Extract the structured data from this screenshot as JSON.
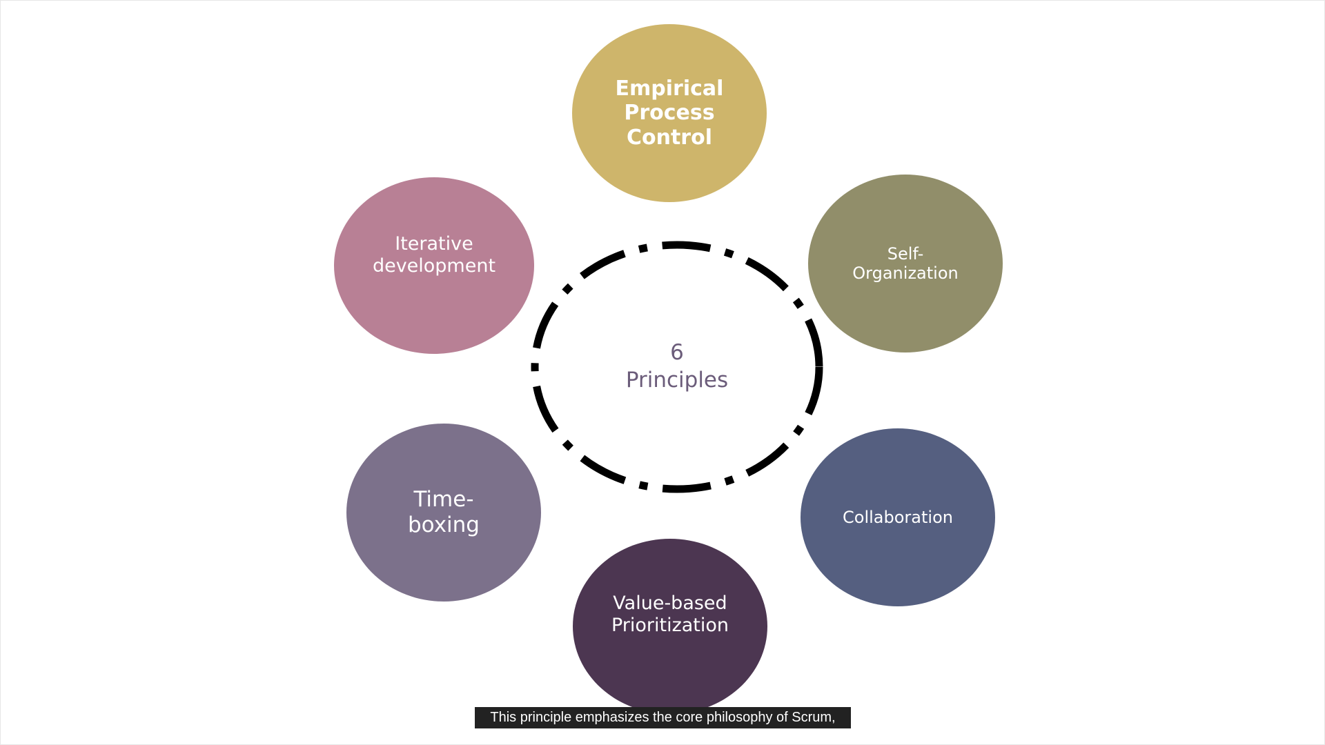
{
  "diagram": {
    "center": {
      "label": "6\nPrinciples",
      "color": "#6b5c7a",
      "ring_color": "#000000"
    },
    "principles": [
      {
        "label": "Empirical\nProcess\nControl",
        "color": "#ceb56b",
        "bold": true
      },
      {
        "label": "Self-\nOrganization",
        "color": "#918e6a"
      },
      {
        "label": "Collaboration",
        "color": "#555f80"
      },
      {
        "label": "Value-based\nPrioritization",
        "color": "#4c3651"
      },
      {
        "label": "Time-\nboxing",
        "color": "#7c718b"
      },
      {
        "label": "Iterative\ndevelopment",
        "color": "#b88095"
      }
    ]
  },
  "caption": {
    "text": "This principle emphasizes the core philosophy of Scrum,"
  }
}
